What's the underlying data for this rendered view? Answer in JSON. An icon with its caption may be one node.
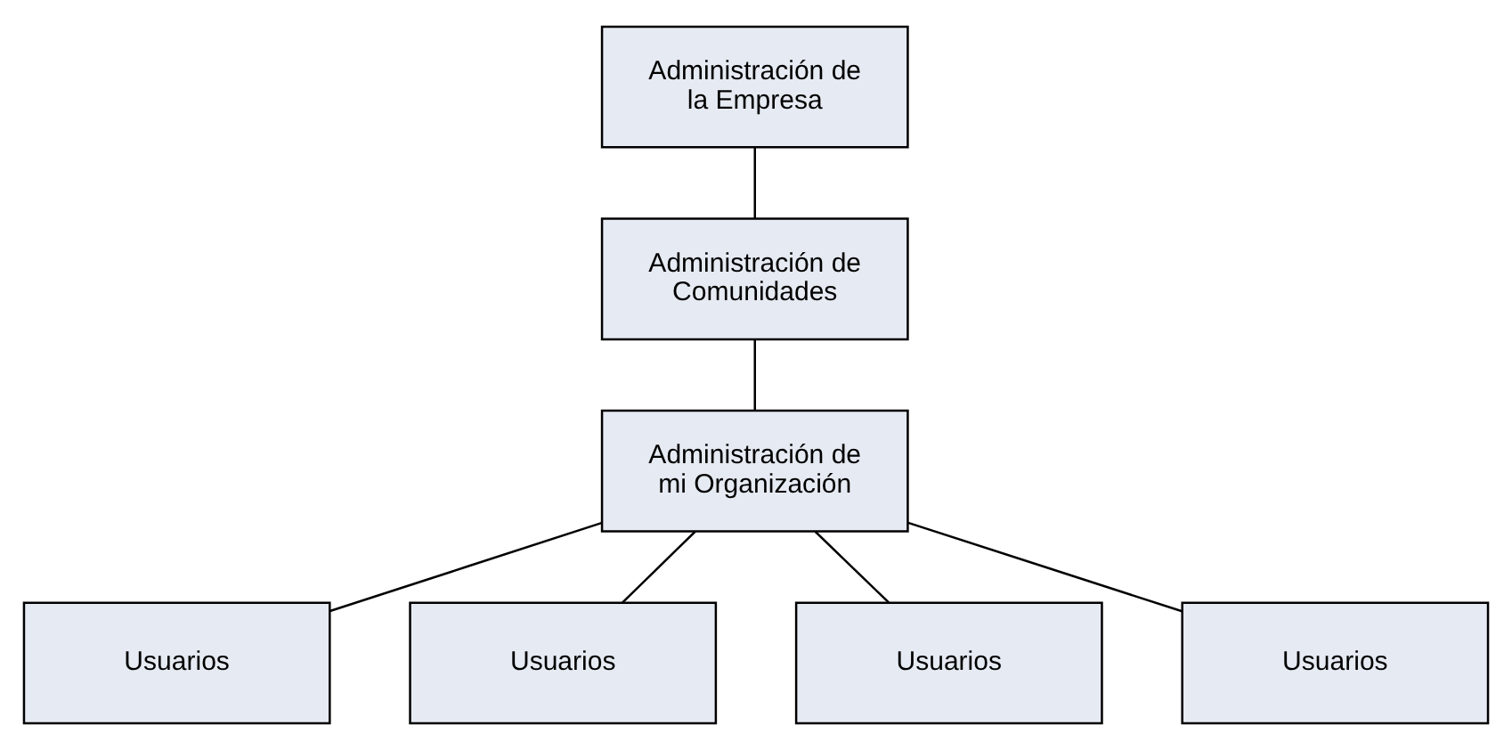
{
  "diagram": {
    "nodes": [
      {
        "text": [
          "Administración de la Empresa"
        ]
      },
      {
        "text": [
          "Administración de Comunidades"
        ]
      },
      {
        "text": [
          "Administración de mi Organización"
        ]
      },
      {
        "text": [
          "Usuarios"
        ]
      },
      {
        "text": [
          "Usuarios"
        ]
      },
      {
        "text": [
          "Usuarios"
        ]
      },
      {
        "text": [
          "Usuarios"
        ]
      }
    ],
    "edges": [
      {
        "from": 0,
        "to": 1,
        "arrow": "none"
      },
      {
        "from": 1,
        "to": 2,
        "arrow": "none"
      },
      {
        "from": 2,
        "to": 3,
        "arrow": "none"
      },
      {
        "from": 2,
        "to": 4,
        "arrow": "none"
      },
      {
        "from": 2,
        "to": 5,
        "arrow": "none"
      },
      {
        "from": 2,
        "to": 6,
        "arrow": "none"
      }
    ]
  }
}
